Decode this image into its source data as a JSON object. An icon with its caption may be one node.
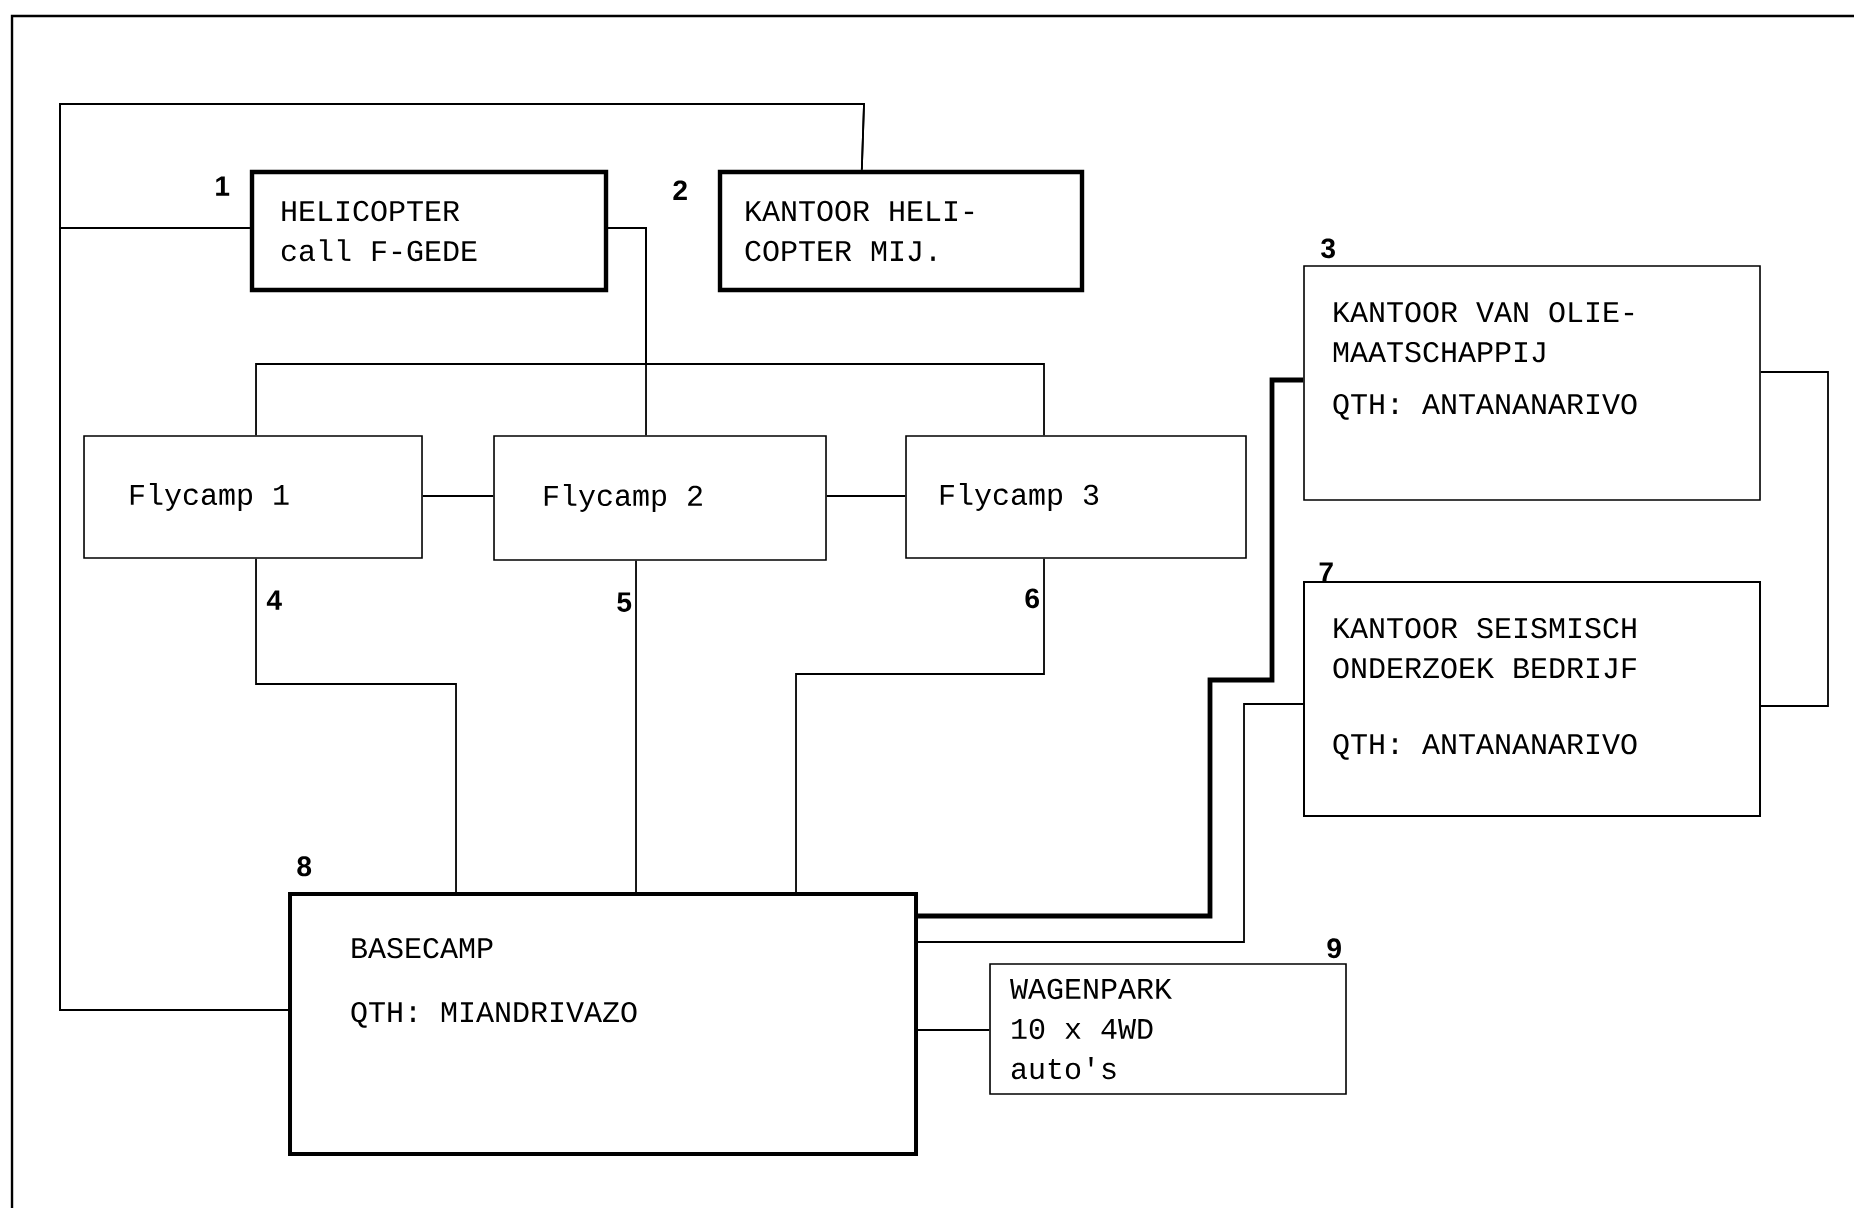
{
  "diagram": {
    "nodes": [
      {
        "text": [
          "HELICOPTER call F-GEDE"
        ],
        "beside": [
          "1"
        ]
      },
      {
        "text": [
          "KANTOOR HELI- COPTER MIJ."
        ],
        "beside": [
          "2"
        ]
      },
      {
        "text": [
          "KANTOOR VAN OLIE- MAATSCHAPPIJ",
          "QTH: ANTANANARIVO"
        ],
        "beside": [
          "3"
        ]
      },
      {
        "text": [
          "Flycamp 1"
        ],
        "beside": [
          "4"
        ]
      },
      {
        "text": [
          "Flycamp 2"
        ],
        "beside": [
          "5"
        ]
      },
      {
        "text": [
          "Flycamp 3"
        ],
        "beside": [
          "6"
        ]
      },
      {
        "text": [
          "KANTOOR SEISMISCH ONDERZOEK BEDRIJF",
          "QTH: ANTANANARIVO"
        ],
        "beside": [
          "7"
        ]
      },
      {
        "text": [
          "BASECAMP",
          "QTH: MIANDRIVAZO"
        ],
        "beside": [
          "8"
        ]
      },
      {
        "text": [
          "WAGENPARK 10 x 4WD auto's"
        ],
        "beside": [
          "9"
        ]
      }
    ],
    "edges": [
      {
        "from": 7,
        "to": 1,
        "arrow": "none"
      },
      {
        "from": 0,
        "to": 7,
        "arrow": "none"
      },
      {
        "from": 0,
        "to": 1,
        "arrow": "none"
      },
      {
        "from": 0,
        "to": 3,
        "arrow": "none"
      },
      {
        "from": 0,
        "to": 4,
        "arrow": "none"
      },
      {
        "from": 0,
        "to": 5,
        "arrow": "none"
      },
      {
        "from": 3,
        "to": 4,
        "arrow": "none"
      },
      {
        "from": 4,
        "to": 5,
        "arrow": "none"
      },
      {
        "from": 3,
        "to": 7,
        "arrow": "none"
      },
      {
        "from": 4,
        "to": 7,
        "arrow": "none"
      },
      {
        "from": 5,
        "to": 7,
        "arrow": "none"
      },
      {
        "from": 7,
        "to": 2,
        "arrow": "none",
        "style": "thick"
      },
      {
        "from": 7,
        "to": 6,
        "arrow": "none"
      },
      {
        "from": 2,
        "to": 6,
        "arrow": "none"
      },
      {
        "from": 7,
        "to": 8,
        "arrow": "none"
      }
    ]
  }
}
